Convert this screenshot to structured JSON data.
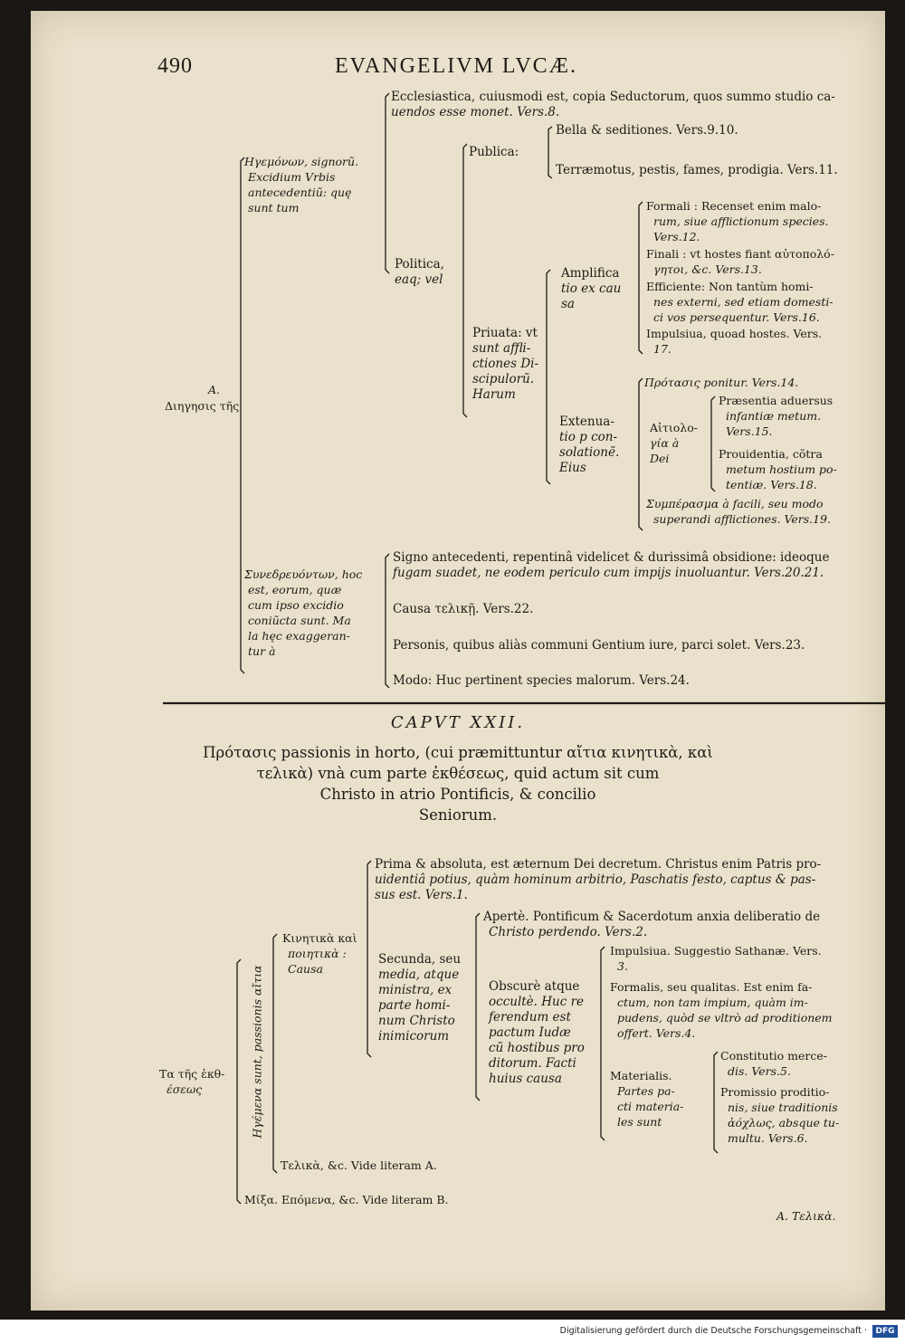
{
  "header": {
    "page_number": "490",
    "running_title": "EVANGELIVM LVCÆ."
  },
  "part1": {
    "root": "A.",
    "root_label": "Διηγησις τῆς",
    "n1": "Ηγεμόνων, signorũ.",
    "n1b": "Excidium Vrbis",
    "n1c": "antecedentiũ: quę",
    "n1d": "sunt tum",
    "eccl1": "Ecclesiastica, cuiusmodi est, copia Seductorum, quos summo studio ca-",
    "eccl2": "uendos esse monet. Vers.8.",
    "politica": "Politica,",
    "politica2": "eaq; vel",
    "publica": "Publica:",
    "bella": "Bella & seditiones. Vers.9.10.",
    "terrae": "Terræmotus, pestis, fames, prodigia. Vers.11.",
    "priuata1": "Priuata: vt",
    "priuata2": "sunt affli-",
    "priuata3": "ctiones Di-",
    "priuata4": "scipulorũ.",
    "priuata5": "Harum",
    "ampl1": "Amplifica",
    "ampl2": "tio ex cau",
    "ampl3": "sa",
    "form1": "Formali : Recenset enim malo-",
    "form2": "rum, siue afflictionum species.",
    "form3": "Vers.12.",
    "fin1": "Finali : vt hostes fiant αὐτοπολό-",
    "fin2": "γητοι, &c. Vers.13.",
    "eff1": "Efficiente: Non tantùm homi-",
    "eff2": "nes externi, sed etiam domesti-",
    "eff3": "ci vos persequentur. Vers.16.",
    "imp1": "Impulsiua, quoad hostes. Vers.",
    "imp2": "17.",
    "ext1": "Extenua-",
    "ext2": "tio p con-",
    "ext3": "solationẽ.",
    "ext4": "Eius",
    "prot": "Πρότασις ponitur. Vers.14.",
    "aitio1": "Αἰτιολο-",
    "aitio2": "γία à",
    "aitio3": "Dei",
    "praes1": "Præsentia aduersus",
    "praes2": "infantiæ metum.",
    "praes3": "Vers.15.",
    "prou1": "Prouidentia, cõtra",
    "prou2": "metum hostium po-",
    "prou3": "tentiæ. Vers.18.",
    "symp1": "Συμπέρασμα à facili, seu modo",
    "symp2": "superandi afflictiones. Vers.19.",
    "syn1": "Συνεδρευόντων, hoc",
    "syn2": "est, eorum, quæ",
    "syn3": "cum ipso excidio",
    "syn4": "coniũcta sunt. Ma",
    "syn5": "la hęc exaggeran-",
    "syn6": "tur à",
    "signo1": "Signo antecedenti, repentinâ videlicet & durissimâ obsidione: ideoque",
    "signo2": "fugam suadet, ne eodem periculo cum impijs inuoluantur. Vers.20.21.",
    "causa": "Causa τελικῇ. Vers.22.",
    "personis": "Personis, quibus aliàs communi Gentium iure, parci solet. Vers.23.",
    "modo": "Modo: Huc pertinent species malorum. Vers.24."
  },
  "chapter": {
    "title": "CAPVT XXII.",
    "sub1": "Πρότασις passionis in horto, (cui præmittuntur αἴτια κινητικὰ, καὶ",
    "sub2": "τελικὰ) vnà cum parte ἐκθέσεως, quid actum sit cum",
    "sub3": "Christo in atrio Pontificis, & concilio",
    "sub4": "Seniorum."
  },
  "part2": {
    "root1": "Τα τῆς ἐκθ-",
    "root2": "έσεως",
    "vertical": "Ηγέμενα sunt, passionis αἴτια",
    "kin1": "Κινητικὰ καὶ",
    "kin2": "ποιητικὰ :",
    "kin3": "Causa",
    "prima1": "Prima & absoluta, est æternum Dei decretum. Christus enim Patris pro-",
    "prima2": "uidentiâ potius, quàm hominum arbitrio, Paschatis festo, captus & pas-",
    "prima3": "sus est. Vers.1.",
    "sec1": "Secunda, seu",
    "sec2": "media, atque",
    "sec3": "ministra, ex",
    "sec4": "parte homi-",
    "sec5": "num Christo",
    "sec6": "inimicorum",
    "aperte1": "Apertè. Pontificum & Sacerdotum anxia deliberatio de",
    "aperte2": "Christo perdendo. Vers.2.",
    "obs1": "Obscurè atque",
    "obs2": "occultè. Huc re",
    "obs3": "ferendum est",
    "obs4": "pactum Iudæ",
    "obs5": "cũ hostibus pro",
    "obs6": "ditorum. Facti",
    "obs7": "huius causa",
    "impuls1": "Impulsiua. Suggestio Sathanæ. Vers.",
    "impuls2": "3.",
    "formalis1": "Formalis, seu qualitas. Est enim fa-",
    "formalis2": "ctum, non tam impium, quàm im-",
    "formalis3": "pudens, quòd se vltrò ad proditionem",
    "formalis4": "offert. Vers.4.",
    "mat1": "Materialis.",
    "mat2": "Partes pa-",
    "mat3": "cti materia-",
    "mat4": "les sunt",
    "const1": "Constitutio merce-",
    "const2": "dis. Vers.5.",
    "prom1": "Promissio proditio-",
    "prom2": "nis, siue traditionis",
    "prom3": "ἀόχλως, absque tu-",
    "prom4": "multu. Vers.6.",
    "tel": "Τελικὰ, &c. Vide literam A.",
    "mixta": "Μίξα. Επόμενα, &c. Vide literam B.",
    "catchword": "A. Τελικὰ."
  },
  "footer": {
    "text": "Digitalisierung gefördert durch die Deutsche Forschungsgemeinschaft ·",
    "logo": "DFG"
  }
}
